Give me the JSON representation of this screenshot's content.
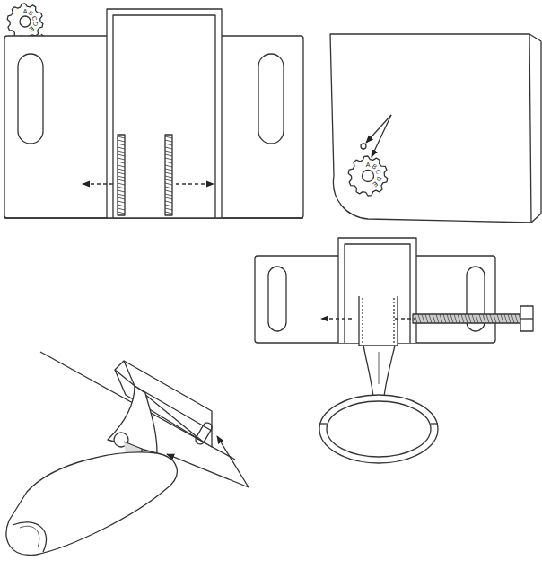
{
  "diagram": {
    "labels": [
      "A",
      "B",
      "C",
      "D",
      "E",
      "A",
      "B",
      "C",
      "D",
      "E"
    ]
  }
}
